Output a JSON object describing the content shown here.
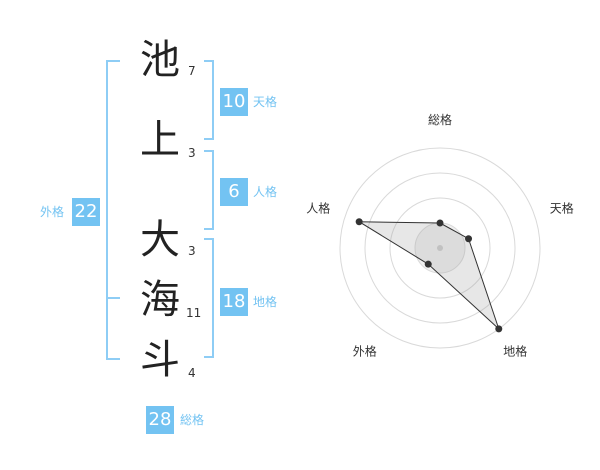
{
  "name": {
    "characters": [
      {
        "char": "池",
        "strokes": "7"
      },
      {
        "char": "上",
        "strokes": "3"
      },
      {
        "char": "大",
        "strokes": "3"
      },
      {
        "char": "海",
        "strokes": "11"
      },
      {
        "char": "斗",
        "strokes": "4"
      }
    ]
  },
  "kaku": {
    "tenkaku": {
      "value": "10",
      "label": "天格"
    },
    "jinkaku": {
      "value": "6",
      "label": "人格"
    },
    "chikaku": {
      "value": "18",
      "label": "地格"
    },
    "gaikaku": {
      "value": "22",
      "label": "外格"
    },
    "soukaku": {
      "value": "28",
      "label": "総格"
    }
  },
  "colors": {
    "accent": "#73c3f2",
    "bracket": "#8ecdf5"
  },
  "chart_data": {
    "type": "radar",
    "axes": [
      "総格",
      "天格",
      "地格",
      "外格",
      "人格"
    ],
    "values": [
      0.25,
      0.3,
      1.0,
      0.2,
      0.85
    ],
    "max": 1,
    "rings": 4,
    "grid": true
  }
}
